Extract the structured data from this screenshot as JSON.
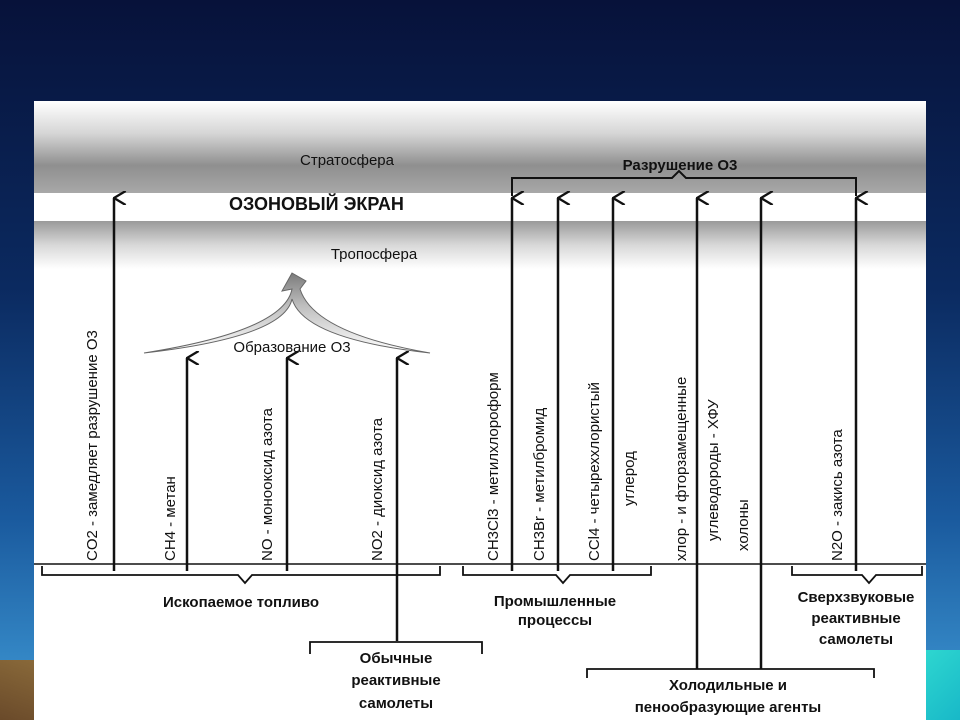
{
  "diagram": {
    "stratosphere": "Стратосфера",
    "ozone_layer": "ОЗОНОВЫЙ ЭКРАН",
    "troposphere": "Тропосфера",
    "ozone_destruction": "Разрушение O3",
    "ozone_formation": "Образование O3",
    "gases": {
      "co2": "CO2 - замедляет разрушение O3",
      "ch4": "CH4 - метан",
      "no": "NO - монооксид азота",
      "no2": "NO2 - диоксид азота",
      "ch3ccl3": "CH3Cl3 - метилхлороформ",
      "ch3br": "CH3Br - метилбромид",
      "ccl4_line1": "CCl4 - четыреххлористый",
      "ccl4_line2": "углерод",
      "cfc_line1": "хлор - и фторзамещенные",
      "cfc_line2": "углеводороды - ХФУ",
      "halons": "холоны",
      "n2o": "N2O - закись азота"
    },
    "sources": {
      "fossil_fuel": "Ископаемое топливо",
      "industrial_line1": "Промышленные",
      "industrial_line2": "процессы",
      "supersonic_line1": "Сверхзвуковые",
      "supersonic_line2": "реактивные",
      "supersonic_line3": "самолеты",
      "jets_line1": "Обычные",
      "jets_line2": "реактивные",
      "jets_line3": "самолеты",
      "refrig_line1": "Холодильные и",
      "refrig_line2": "пенообразующие агенты"
    }
  }
}
